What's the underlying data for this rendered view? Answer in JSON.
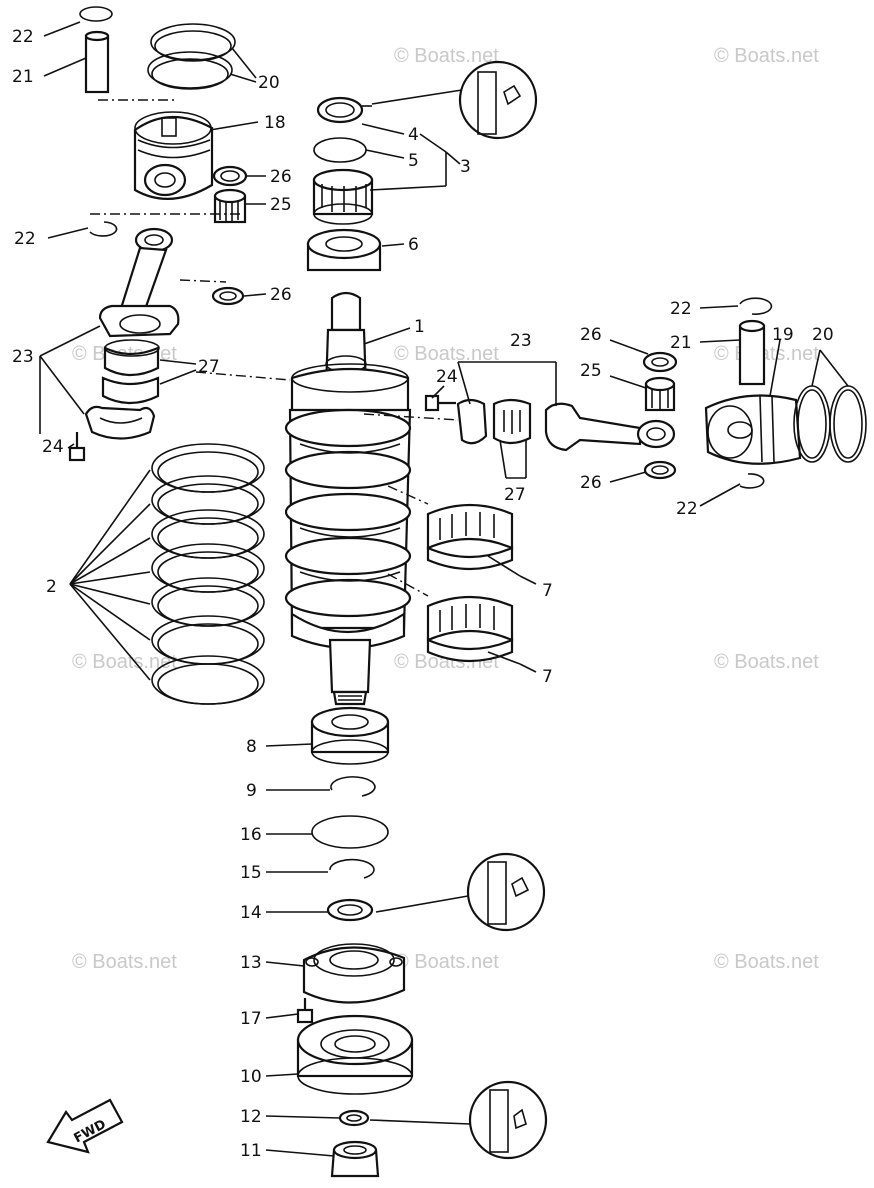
{
  "watermark": "© Boats.net",
  "fwd_label": "FWD",
  "labels": {
    "p1": "1",
    "p2": "2",
    "p3": "3",
    "p4": "4",
    "p5": "5",
    "p6": "6",
    "p7a": "7",
    "p7b": "7",
    "p8": "8",
    "p9": "9",
    "p10": "10",
    "p11": "11",
    "p12": "12",
    "p13": "13",
    "p14": "14",
    "p15": "15",
    "p16": "16",
    "p17": "17",
    "p18": "18",
    "p19": "19",
    "p20a": "20",
    "p20b": "20",
    "p21a": "21",
    "p21b": "21",
    "p22a": "22",
    "p22b": "22",
    "p22c": "22",
    "p22d": "22",
    "p23a": "23",
    "p23b": "23",
    "p24a": "24",
    "p24b": "24",
    "p25a": "25",
    "p25b": "25",
    "p26a": "26",
    "p26b": "26",
    "p26c": "26",
    "p26d": "26",
    "p27a": "27",
    "p27b": "27"
  }
}
